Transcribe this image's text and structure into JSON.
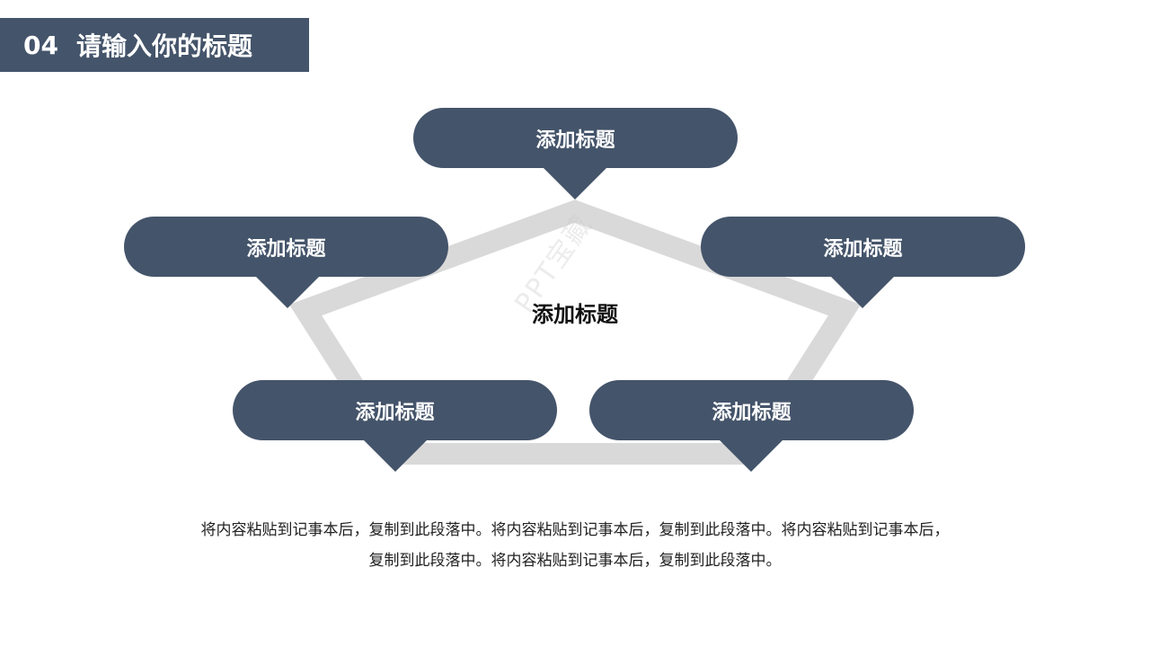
{
  "header": {
    "number": "04",
    "title": "请输入你的标题"
  },
  "diagram": {
    "nodes": [
      {
        "label": "添加标题"
      },
      {
        "label": "添加标题"
      },
      {
        "label": "添加标题"
      },
      {
        "label": "添加标题"
      },
      {
        "label": "添加标题"
      }
    ],
    "center_label": "添加标题",
    "watermark": "PPT宝藏"
  },
  "body": {
    "line1": "将内容粘贴到记事本后，复制到此段落中。将内容粘贴到记事本后，复制到此段落中。将内容粘贴到记事本后，",
    "line2": "复制到此段落中。将内容粘贴到记事本后，复制到此段落中。"
  },
  "colors": {
    "node_fill": "#44546a",
    "pentagon": "#d9d9d9",
    "header_fill": "#44546a"
  }
}
